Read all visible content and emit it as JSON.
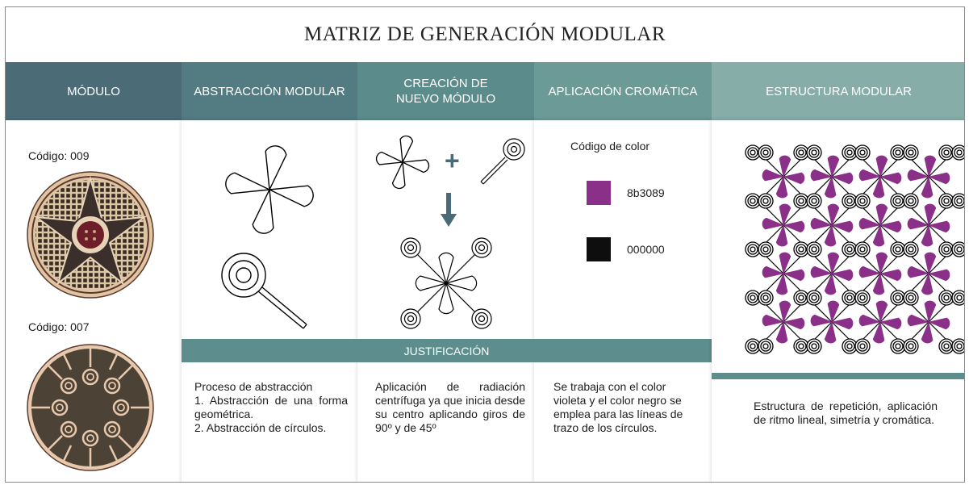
{
  "title": "MATRIZ DE GENERACIÓN MODULAR",
  "columns": {
    "modulo": "MÓDULO",
    "abstraccion": "ABSTRACCIÓN MODULAR",
    "creacion_line1": "CREACIÓN DE",
    "creacion_line2": "NUEVO MÓDULO",
    "aplicacion": "APLICACIÓN CROMÁTICA",
    "estructura": "ESTRUCTURA MODULAR"
  },
  "modulo": {
    "code1": "Código: 009",
    "code2": "Código: 007"
  },
  "creacion": {
    "plus": "+"
  },
  "color": {
    "heading": "Código de color",
    "swatches": [
      {
        "hex": "#8b3089",
        "label": "8b3089"
      },
      {
        "hex": "#000000",
        "label": "000000"
      }
    ]
  },
  "justification_label": "JUSTIFICACIÓN",
  "justification": {
    "abstraccion": {
      "line1": "Proceso de abstracción",
      "line2": "1. Abstracción de una forma geométrica.",
      "line3": "2. Abstracción de círculos."
    },
    "creacion": "Aplicación de radiación centrífuga ya que inicia desde su centro aplicando giros de 90º y de 45º",
    "aplicacion": "Se trabaja con el color violeta y el color negro se emplea para las líneas de trazo de los círculos.",
    "estructura": "Estructura de repetición, aplicación de ritmo lineal, simetría y cromática."
  },
  "colors": {
    "header_dark": "#4a6b77",
    "header_mid": "#5a8a8a",
    "header_light": "#7aa6a0",
    "accent_violet": "#8b3089",
    "stroke_black": "#000000"
  }
}
